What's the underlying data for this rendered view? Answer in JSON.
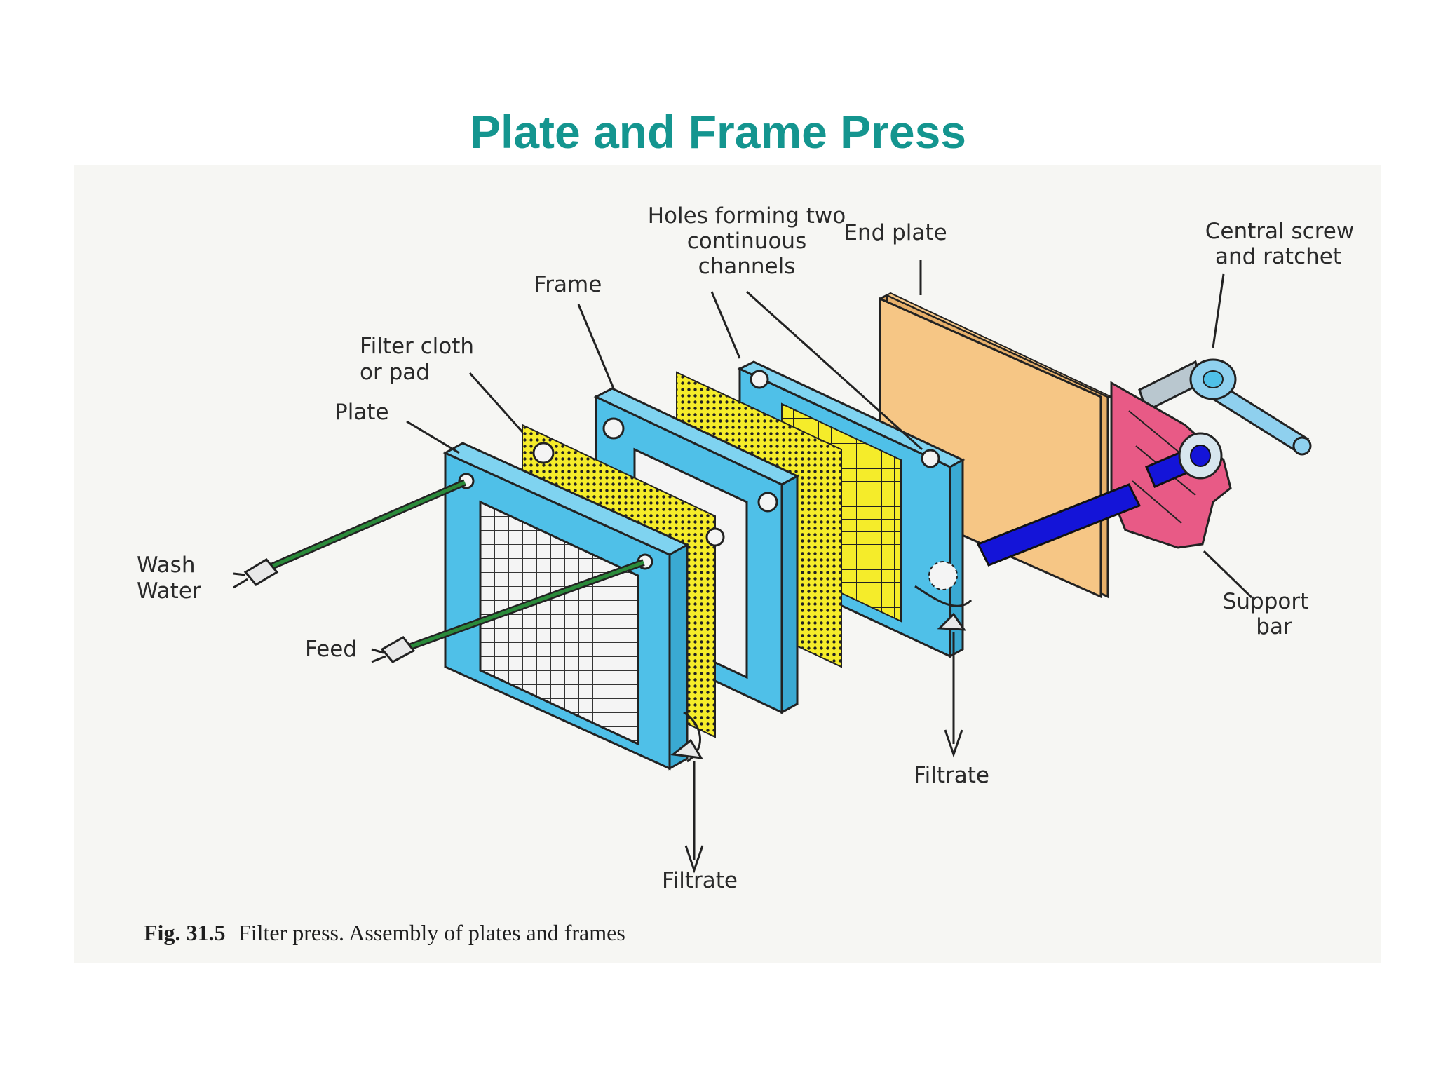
{
  "title": "Plate and Frame Press",
  "colors": {
    "title": "#14958f",
    "plate": "#4fc0e8",
    "filter_cloth": "#f5ec2a",
    "end_plate": "#f6c685",
    "ratchet_housing": "#e85a86",
    "support_bar": "#1414d8",
    "pipes": "#2a8a3a"
  },
  "labels": {
    "holes": [
      "Holes forming two",
      "continuous",
      "channels"
    ],
    "end_plate": "End plate",
    "central_screw": [
      "Central screw",
      "and ratchet"
    ],
    "frame": "Frame",
    "filter_cloth": [
      "Filter cloth",
      "or pad"
    ],
    "plate": "Plate",
    "wash_water": [
      "Wash",
      "Water"
    ],
    "feed": "Feed",
    "support_bar": [
      "Support",
      "bar"
    ],
    "filtrate_left": "Filtrate",
    "filtrate_right": "Filtrate"
  },
  "caption": {
    "fig_label": "Fig. 31.5",
    "text": "Filter press. Assembly of plates and frames"
  }
}
